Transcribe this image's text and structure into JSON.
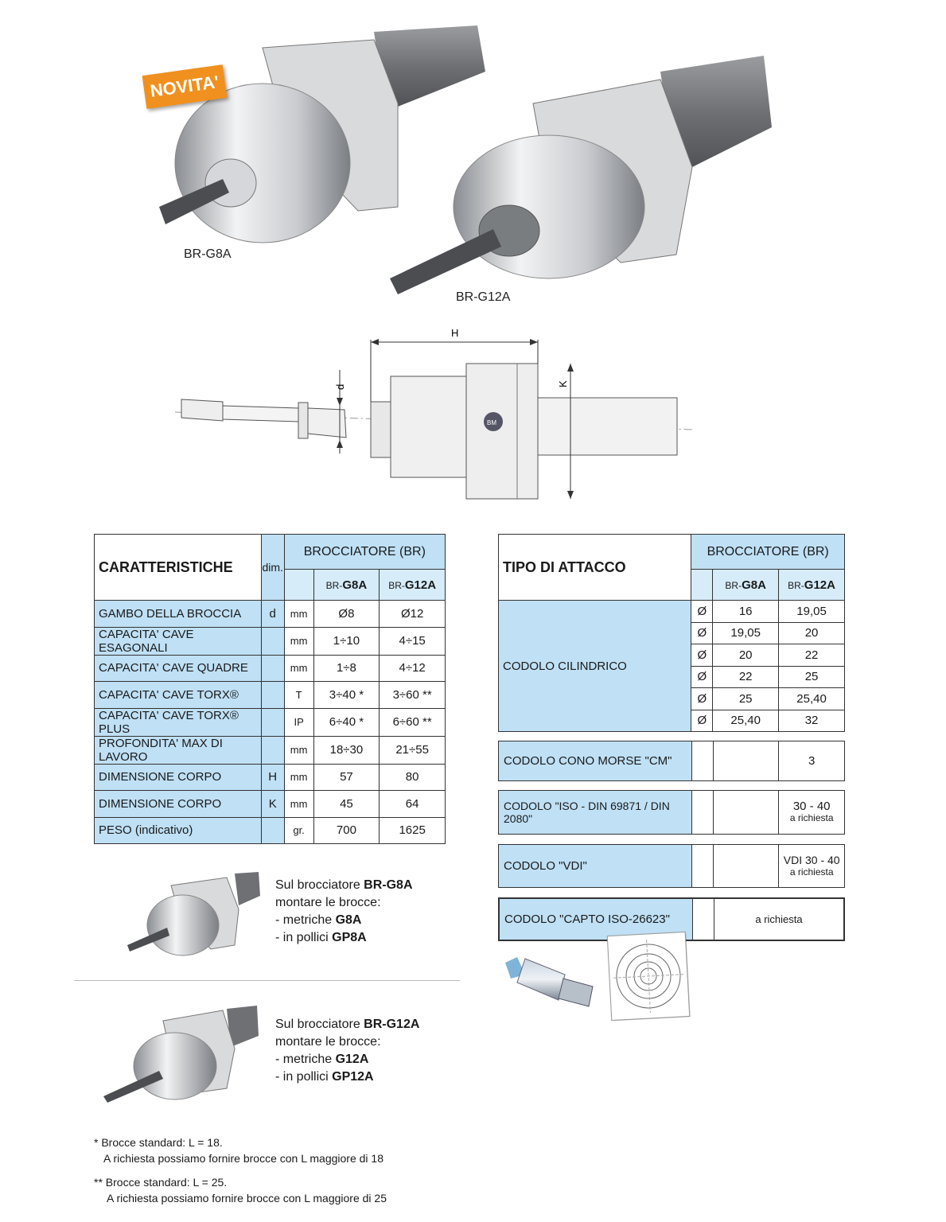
{
  "badge": "NOVITA'",
  "captions": {
    "g8a": "BR-G8A",
    "g12a": "BR-G12A"
  },
  "drawing": {
    "h": "H",
    "k": "K",
    "d": "d",
    "logo": "BM"
  },
  "table1": {
    "title": "CARATTERISTICHE",
    "dim": "dim.",
    "group": "BROCCIATORE (BR)",
    "col1_pre": "BR-",
    "col1_bold": "G8A",
    "col2_pre": "BR-",
    "col2_bold": "G12A",
    "rows": [
      {
        "label": "GAMBO DELLA BROCCIA",
        "dim": "d",
        "unit": "mm",
        "v1": "Ø8",
        "v2": "Ø12"
      },
      {
        "label": "CAPACITA' CAVE ESAGONALI",
        "dim": "",
        "unit": "mm",
        "v1": "1÷10",
        "v2": "4÷15"
      },
      {
        "label": "CAPACITA' CAVE QUADRE",
        "dim": "",
        "unit": "mm",
        "v1": "1÷8",
        "v2": "4÷12"
      },
      {
        "label": "CAPACITA' CAVE TORX®",
        "dim": "",
        "unit": "T",
        "v1": "3÷40 *",
        "v2": "3÷60 **"
      },
      {
        "label": "CAPACITA' CAVE TORX® PLUS",
        "dim": "",
        "unit": "IP",
        "v1": "6÷40 *",
        "v2": "6÷60 **"
      },
      {
        "label": "PROFONDITA' MAX DI LAVORO",
        "dim": "",
        "unit": "mm",
        "v1": "18÷30",
        "v2": "21÷55"
      },
      {
        "label": "DIMENSIONE CORPO",
        "dim": "H",
        "unit": "mm",
        "v1": "57",
        "v2": "80"
      },
      {
        "label": "DIMENSIONE CORPO",
        "dim": "K",
        "unit": "mm",
        "v1": "45",
        "v2": "64"
      },
      {
        "label": "PESO (indicativo)",
        "dim": "",
        "unit": "gr.",
        "v1": "700",
        "v2": "1625"
      }
    ]
  },
  "table2": {
    "title": "TIPO DI ATTACCO",
    "group": "BROCCIATORE (BR)",
    "col1_pre": "BR-",
    "col1_bold": "G8A",
    "col2_pre": "BR-",
    "col2_bold": "G12A",
    "cyl_label": "CODOLO CILINDRICO",
    "cyl_rows": [
      {
        "sym": "Ø",
        "v1": "16",
        "v2": "19,05"
      },
      {
        "sym": "Ø",
        "v1": "19,05",
        "v2": "20"
      },
      {
        "sym": "Ø",
        "v1": "20",
        "v2": "22"
      },
      {
        "sym": "Ø",
        "v1": "22",
        "v2": "25"
      },
      {
        "sym": "Ø",
        "v1": "25",
        "v2": "25,40"
      },
      {
        "sym": "Ø",
        "v1": "25,40",
        "v2": "32"
      }
    ],
    "morse": {
      "label": "CODOLO CONO MORSE \"CM\"",
      "v2": "3"
    },
    "iso": {
      "label": "CODOLO \"ISO - DIN 69871 / DIN 2080\"",
      "v2_main": "30 - 40",
      "v2_sub": "a richiesta"
    },
    "vdi": {
      "label": "CODOLO \"VDI\"",
      "v2_main": "VDI 30 - 40",
      "v2_sub": "a richiesta"
    },
    "capto": {
      "label": "CODOLO \"CAPTO ISO-26623\"",
      "value": "a richiesta"
    }
  },
  "mount1": {
    "l1_pre": "Sul brocciatore ",
    "l1_bold": "BR-G8A",
    "l2": "montare le brocce:",
    "l3_pre": "- metriche ",
    "l3_bold": "G8A",
    "l4_pre": "- in pollici ",
    "l4_bold": "GP8A"
  },
  "mount2": {
    "l1_pre": "Sul brocciatore ",
    "l1_bold": "BR-G12A",
    "l2": "montare le brocce:",
    "l3_pre": "- metriche ",
    "l3_bold": "G12A",
    "l4_pre": "- in pollici ",
    "l4_bold": "GP12A"
  },
  "footnotes": {
    "n1a": "* Brocce standard: L = 18.",
    "n1b": "A richiesta possiamo fornire brocce con L maggiore di 18",
    "n2a": "** Brocce standard: L = 25.",
    "n2b": "A richiesta possiamo fornire brocce con L maggiore di 25"
  },
  "colors": {
    "badge": "#f0901e",
    "table_blue": "#bfe0f5"
  }
}
